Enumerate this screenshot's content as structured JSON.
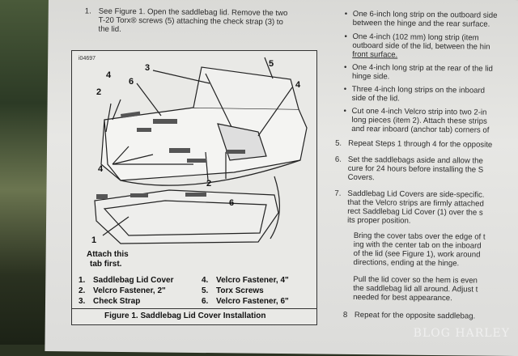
{
  "left_col": {
    "step1_num": "1.",
    "step1_line1": "See Figure 1. Open the saddlebag lid. Remove the two",
    "step1_line2": "T-20 Torx® screws (5) attaching the check strap (3) to",
    "step1_line3": "the lid."
  },
  "figure": {
    "id_code": "i04697",
    "callouts": [
      "3",
      "5",
      "4",
      "6",
      "2",
      "4",
      "4",
      "2",
      "6",
      "1"
    ],
    "attach_note_1": "Attach this",
    "attach_note_2": "tab first.",
    "legend": [
      {
        "num": "1.",
        "text": "Saddlebag Lid Cover"
      },
      {
        "num": "2.",
        "text": "Velcro Fastener, 2\""
      },
      {
        "num": "3.",
        "text": "Check Strap"
      },
      {
        "num": "4.",
        "text": "Velcro Fastener, 4\""
      },
      {
        "num": "5.",
        "text": "Torx Screws"
      },
      {
        "num": "6.",
        "text": "Velcro Fastener, 6\""
      }
    ],
    "caption": "Figure 1. Saddlebag Lid Cover Installation"
  },
  "right_col": {
    "b1a": "One 6-inch long strip on the outboard side",
    "b1b": "between the hinge and the rear surface.",
    "b2a": "One 4-inch (102 mm) long strip (item",
    "b2b": "outboard side of the lid, between the hin",
    "b2c": "front surface.",
    "b3a": "One 4-inch long strip at the rear of the lid",
    "b3b": "hinge side.",
    "b4a": "Three 4-inch long strips on the inboard",
    "b4b": "side of the lid.",
    "b5a": "Cut one 4-inch Velcro strip into two 2-in",
    "b5b": "long pieces (item 2). Attach these strips",
    "b5c": "and rear inboard (anchor tab) corners of",
    "s5num": "5.",
    "s5": "Repeat Steps 1 through 4 for the opposite",
    "s6num": "6.",
    "s6a": "Set the saddlebags aside and allow the",
    "s6b": "cure for 24 hours before installing the S",
    "s6c": "Covers.",
    "s7num": "7.",
    "s7a": "Saddlebag Lid Covers are side-specific.",
    "s7b": "that the Velcro strips are firmly attached",
    "s7c": "rect Saddlebag Lid Cover (1) over the s",
    "s7d": "its proper position.",
    "p1a": "Bring the cover tabs over the edge of t",
    "p1b": "ing with the center tab on the inboard",
    "p1c": "of the lid (see Figure 1), work around",
    "p1d": "directions, ending at the hinge.",
    "p2a": "Pull the lid cover so the hem is even",
    "p2b": "the saddlebag lid all around. Adjust t",
    "p2c": "needed for best appearance.",
    "s8num": "8",
    "s8": "Repeat for the opposite saddlebag."
  },
  "watermark": "BLOG HARLEY"
}
